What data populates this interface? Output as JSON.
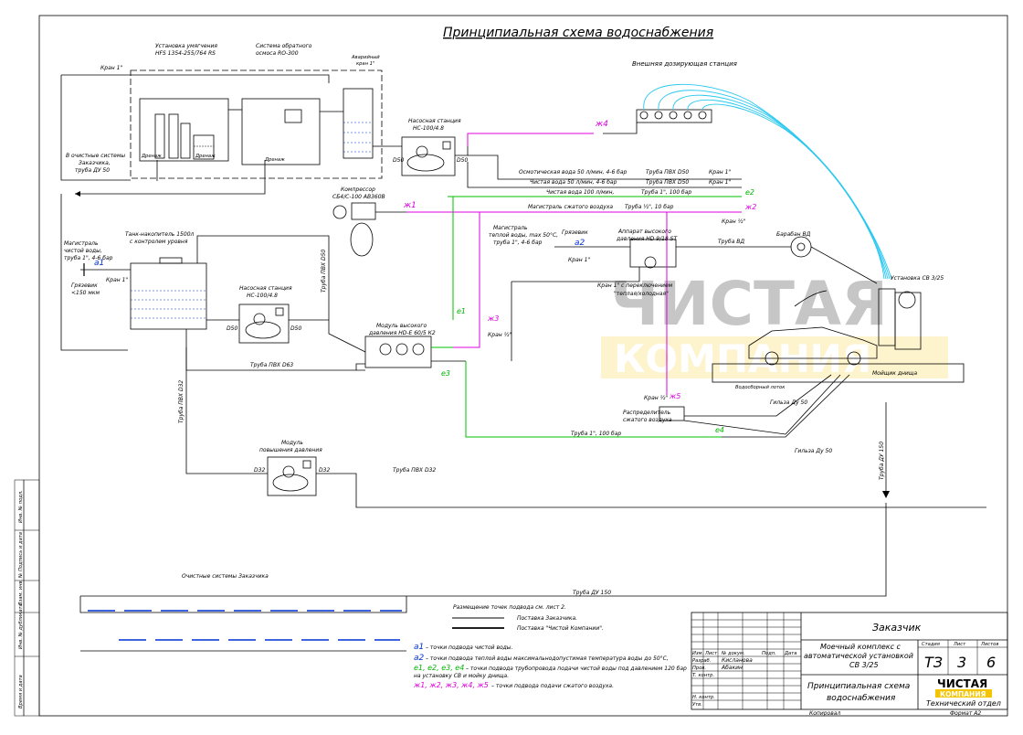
{
  "title": "Принципиальная схема водоснабжения",
  "labels": {
    "softening": "Установка умягчения",
    "softening_model": "HFS 1354-255/764 RS",
    "ro": "Система обратного",
    "ro2": "осмоса RO-300",
    "emergency_valve": "Аварийный",
    "emergency_valve2": "кран 1\"",
    "kran1_top": "Кран 1\"",
    "dosing": "Внешняя дозирующая станция",
    "pump_station_1": "Насосная станция",
    "pump_station_1_model": "НС-100/4.8",
    "customer_systems": "В очистные системы",
    "customer_systems2": "Заказчика,",
    "customer_systems3": "труба ДУ 50",
    "compressor": "Компрессор",
    "compressor_model": "СБ4/С-100 АВ360В",
    "osmotic_water": "Осмотическая вода 50 л/мин, 4-6 бар",
    "clean_water_50": "Чистая вода 50 л/мин, 4-6 бар",
    "clean_water_100": "Чистая вода 100 л/мин,",
    "compressed_air": "Магистраль сжатого воздуха",
    "pipe_pvc_d50": "Труба ПВХ D50",
    "pipe_1in_100": "Труба 1\", 100 бар",
    "pipe_half_10": "Труба ½\", 10 бар",
    "kran1": "Кран 1\"",
    "kran_half": "Кран ½\"",
    "main_clean_water": "Магистраль",
    "main_clean_water2": "чистой воды,",
    "main_clean_water3": "труба 1\", 4-6 бар",
    "tank": "Танк-накопитель 1500л",
    "tank2": "с контролем уровня",
    "strainer": "Грязевик",
    "strainer2": "<150 мкм",
    "pump_station_2": "Насосная станция",
    "pump_station_2_model": "НС-100/4.8",
    "hot_water": "Магистраль",
    "hot_water2": "теплой воды, max 50°С,",
    "hot_water3": "труба 1\", 4-6 бар",
    "hp_unit": "Аппарат высокого",
    "hp_unit2": "давления HD 9/18 ST",
    "pipe_vd": "Труба ВД",
    "hose_reel": "Барабан ВД",
    "install_cb": "Установка СВ 3/25",
    "kran_mix": "Кран 1\" с переключением",
    "kran_mix2": "\"теплая/холодная\"",
    "hp_module": "Модуль высокого",
    "hp_module2": "давления НD-E 60/5 К2",
    "pipe_pvc_d63": "Труба ПВХ D63",
    "pipe_pvc_d32": "Труба ПВХ D32",
    "pipe_pvc_d50_v": "Труба ПВХ D50",
    "pipe_pvc_d32_v": "Труба ПВХ D32",
    "air_distributor": "Распределитель",
    "air_distributor2": "сжатого воздуха",
    "pipe_1in_100b": "Труба 1\", 100 бар",
    "hose_du50": "Гильза Ду 50",
    "hose_du50b": "Гильза Ду 50",
    "booster": "Модуль",
    "booster2": "повышения давления",
    "wash_pit": "Водосборный лоток",
    "car_wash": "Мойщик днища",
    "pipe_du150": "Труба ДУ 150",
    "pipe_du150_v": "Труба ДУ 150",
    "treatment": "Очистные системы Заказчика",
    "d50": "D50",
    "d32": "D32",
    "d32b": "D32",
    "compressor_air": "Компрессор"
  },
  "points": {
    "a1": "а1",
    "a2": "а2",
    "e1": "е1",
    "e2": "е2",
    "e3": "е3",
    "e4": "е4",
    "zh1": "ж1",
    "zh2": "ж2",
    "zh3": "ж3",
    "zh4": "ж4",
    "zh5": "ж5"
  },
  "legend": {
    "placement": "Размещение точек подвода см. лист 2.",
    "customer_supply": "Поставка Заказчика.",
    "company_supply": "Поставка \"Чистой Компании\".",
    "a1_text": "а1",
    "a1_desc": "– точки подвода чистой воды.",
    "a2_text": "а2",
    "a2_desc": "– точки подвода теплой воды максимальнодопустимая температура воды до 50°С,",
    "e_text": "е1, е2, е3, е4",
    "e_desc": "– точки подвода трубопровода подачи чистой воды под давлением 120 бар",
    "e_desc2": "на установку СВ и мойку днища.",
    "zh_text": "ж1, ж2, ж3, ж4, ж5",
    "zh_desc": "– точки подвода подачи сжатого воздуха."
  },
  "stamp": {
    "customer": "Заказчик",
    "project": "Моечный комплекс с",
    "project2": "автоматической установкой",
    "project3": "СВ 3/25",
    "drawing": "Принципиальная схема",
    "drawing2": "водоснабжения",
    "code": "ТЗ",
    "sheet": "3",
    "sheets": "6",
    "stage_h": "Стадия",
    "sheet_h": "Лист",
    "sheets_h": "Листов",
    "col_izm": "Изм.",
    "col_list": "Лист",
    "col_doc": "№ докум.",
    "col_sign": "Подп.",
    "col_date": "Дата",
    "razrab": "Разраб.",
    "prov": "Пров.",
    "tkontr": "Т. контр.",
    "nkontr": "Н. контр.",
    "utv": "Утв.",
    "name1": "Кисланова",
    "name2": "Абакин",
    "dept": "Технический отдел",
    "copied": "Копировал",
    "format": "Формат А2",
    "logo_top": "ЧИСТАЯ",
    "logo_bottom": "КОМПАНИЯ"
  },
  "side_stamp": {
    "inv_orig": "Инв. № подл.",
    "sign_date": "Подпись и дата",
    "vzam": "Взам. инв. №",
    "inv_dubl": "Инв. № дубликата",
    "sign_date2": "Время и дата"
  },
  "watermark": {
    "line1": "ЧИСТАЯ",
    "line2": "КОМПАНИЯ"
  },
  "colors": {
    "air": "#e000e0",
    "high_pressure": "#00c000",
    "dosing": "#2ac8f0",
    "drain": "#0030d0",
    "logo_yellow": "#f5c400"
  }
}
